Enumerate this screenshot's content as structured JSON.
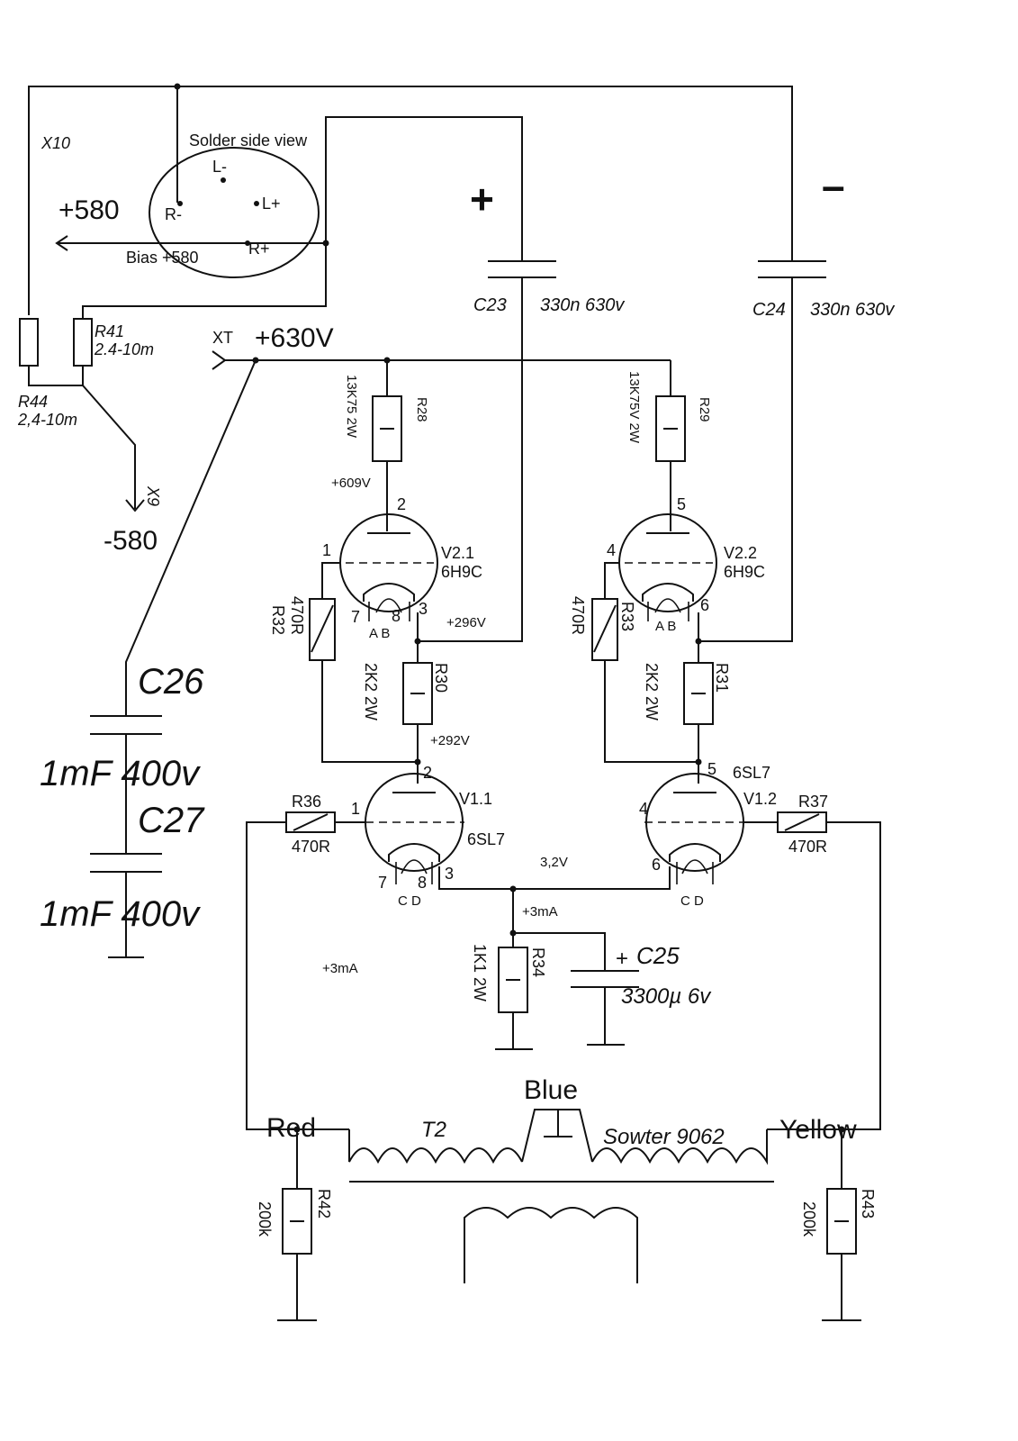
{
  "connector": {
    "id": "X10",
    "title": "Solder side view",
    "pins": {
      "l_minus": "L-",
      "l_plus": "L+",
      "r_minus": "R-",
      "r_plus": "R+"
    },
    "plus_voltage": "+580",
    "bias_label": "Bias +580",
    "minus_voltage": "-580",
    "x9": "X9"
  },
  "supply": {
    "xt": "XT",
    "voltage": "+630V"
  },
  "polarity": {
    "plus": "+",
    "minus": "–"
  },
  "resistors": {
    "r41": {
      "name": "R41",
      "value": "2.4-10m"
    },
    "r44": {
      "name": "R44",
      "value": "2,4-10m"
    },
    "r28": {
      "name": "R28",
      "value": "13K75 2W"
    },
    "r29": {
      "name": "R29",
      "value": "13K75V 2W"
    },
    "r30": {
      "name": "R30",
      "value": "2K2 2W"
    },
    "r31": {
      "name": "R31",
      "value": "2K2 2W"
    },
    "r32": {
      "name": "R32",
      "value": "470R"
    },
    "r33": {
      "name": "R33",
      "value": "470R"
    },
    "r34": {
      "name": "R34",
      "value": "1K1 2W"
    },
    "r36": {
      "name": "R36",
      "value": "470R"
    },
    "r37": {
      "name": "R37",
      "value": "470R"
    },
    "r42": {
      "name": "R42",
      "value": "200k"
    },
    "r43": {
      "name": "R43",
      "value": "200k"
    }
  },
  "capacitors": {
    "c23": {
      "name": "C23",
      "value": "330n 630v"
    },
    "c24": {
      "name": "C24",
      "value": "330n 630v"
    },
    "c25": {
      "name": "C25",
      "value": "3300µ 6v",
      "polarity": "+"
    },
    "c26": {
      "name": "C26",
      "value": "1mF 400v"
    },
    "c27": {
      "name": "C27",
      "value": "1mF 400v"
    }
  },
  "tubes": {
    "v21": {
      "name": "V2.1",
      "type": "6H9C",
      "pins": {
        "anode": "2",
        "grid": "1",
        "cathode": "3",
        "h1": "7",
        "h2": "8"
      },
      "heater": "A B"
    },
    "v22": {
      "name": "V2.2",
      "type": "6H9C",
      "pins": {
        "anode": "5",
        "grid": "4",
        "cathode": "6"
      },
      "heater": "A B"
    },
    "v11": {
      "name": "V1.1",
      "type": "6SL7",
      "pins": {
        "anode": "2",
        "grid": "1",
        "cathode": "3",
        "h1": "7",
        "h2": "8"
      },
      "heater": "C D"
    },
    "v12": {
      "name": "V1.2",
      "type": "6SL7",
      "pins": {
        "anode": "5",
        "grid": "4",
        "cathode": "6"
      },
      "heater": "C D"
    }
  },
  "voltages": {
    "v_609": "+609V",
    "v_296": "+296V",
    "v_292": "+292V",
    "v_3_2": "3,2V",
    "i_3ma_tail": "+3mA",
    "i_3ma_left": "+3mA"
  },
  "transformer": {
    "name": "T2",
    "model": "Sowter 9062",
    "red": "Red",
    "blue": "Blue",
    "yellow": "Yellow"
  }
}
